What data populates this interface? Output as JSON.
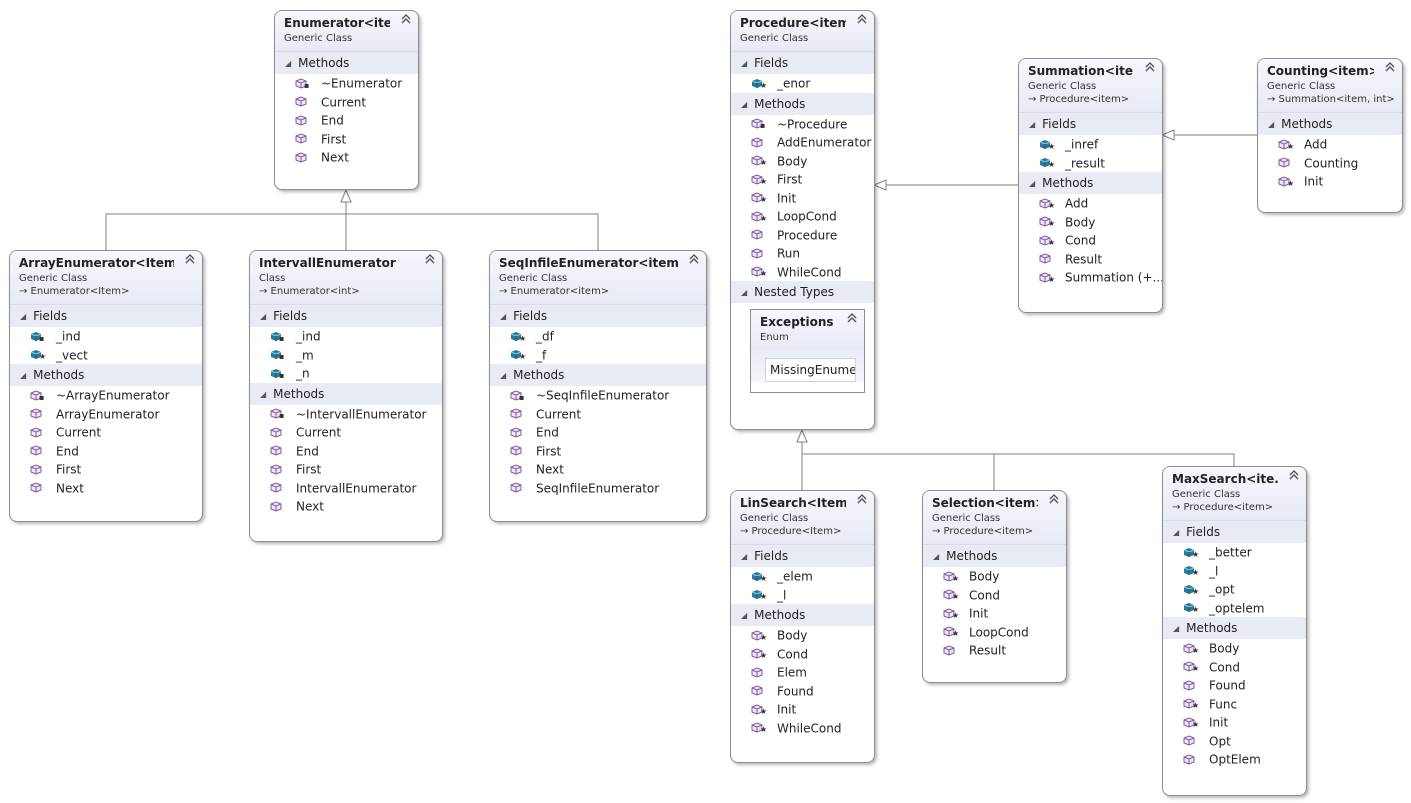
{
  "colors": {
    "header_top": "#f7f8fd",
    "header_bottom": "#e7e9f5",
    "section_bg": "#e8eaf4",
    "border": "#8d8d8d",
    "field_icon": "#2a7a96",
    "method_icon": "#7d5ca5",
    "connector": "#808080"
  },
  "icons": {
    "collapse": "double-chevron-up-icon",
    "expand_section": "triangle-down-icon",
    "field": "field-icon",
    "method": "method-icon",
    "inherits": "inherits-arrow-icon"
  },
  "classes": {
    "enumerator": {
      "title": "Enumerator<ite...",
      "stereotype": "Generic Class",
      "sections": [
        {
          "label": "Methods",
          "members": [
            {
              "kind": "method",
              "overlay": "🔒",
              "text": "~Enumerator"
            },
            {
              "kind": "method",
              "overlay": "",
              "text": "Current"
            },
            {
              "kind": "method",
              "overlay": "",
              "text": "End"
            },
            {
              "kind": "method",
              "overlay": "",
              "text": "First"
            },
            {
              "kind": "method",
              "overlay": "",
              "text": "Next"
            }
          ]
        }
      ]
    },
    "arrayenum": {
      "title": "ArrayEnumerator<Item>",
      "stereotype": "Generic Class",
      "base": "→ Enumerator<Item>",
      "sections": [
        {
          "label": "Fields",
          "members": [
            {
              "kind": "field",
              "overlay": "🔒",
              "text": "_ind"
            },
            {
              "kind": "field",
              "overlay": "★",
              "text": "_vect"
            }
          ]
        },
        {
          "label": "Methods",
          "members": [
            {
              "kind": "method",
              "overlay": "🔒",
              "text": "~ArrayEnumerator"
            },
            {
              "kind": "method",
              "overlay": "",
              "text": "ArrayEnumerator"
            },
            {
              "kind": "method",
              "overlay": "",
              "text": "Current"
            },
            {
              "kind": "method",
              "overlay": "",
              "text": "End"
            },
            {
              "kind": "method",
              "overlay": "",
              "text": "First"
            },
            {
              "kind": "method",
              "overlay": "",
              "text": "Next"
            }
          ]
        }
      ]
    },
    "intervall": {
      "title": "IntervallEnumerator",
      "stereotype": "Class",
      "base": "→ Enumerator<int>",
      "sections": [
        {
          "label": "Fields",
          "members": [
            {
              "kind": "field",
              "overlay": "🔒",
              "text": "_ind"
            },
            {
              "kind": "field",
              "overlay": "🔒",
              "text": "_m"
            },
            {
              "kind": "field",
              "overlay": "🔒",
              "text": "_n"
            }
          ]
        },
        {
          "label": "Methods",
          "members": [
            {
              "kind": "method",
              "overlay": "🔒",
              "text": "~IntervallEnumerator"
            },
            {
              "kind": "method",
              "overlay": "",
              "text": "Current"
            },
            {
              "kind": "method",
              "overlay": "",
              "text": "End"
            },
            {
              "kind": "method",
              "overlay": "",
              "text": "First"
            },
            {
              "kind": "method",
              "overlay": "",
              "text": "IntervallEnumerator"
            },
            {
              "kind": "method",
              "overlay": "",
              "text": "Next"
            }
          ]
        }
      ]
    },
    "seqinfile": {
      "title": "SeqInfileEnumerator<item>",
      "stereotype": "Generic Class",
      "base": "→ Enumerator<item>",
      "sections": [
        {
          "label": "Fields",
          "members": [
            {
              "kind": "field",
              "overlay": "★",
              "text": "_df"
            },
            {
              "kind": "field",
              "overlay": "★",
              "text": "_f"
            }
          ]
        },
        {
          "label": "Methods",
          "members": [
            {
              "kind": "method",
              "overlay": "🔒",
              "text": "~SeqInfileEnumerator"
            },
            {
              "kind": "method",
              "overlay": "",
              "text": "Current"
            },
            {
              "kind": "method",
              "overlay": "",
              "text": "End"
            },
            {
              "kind": "method",
              "overlay": "",
              "text": "First"
            },
            {
              "kind": "method",
              "overlay": "",
              "text": "Next"
            },
            {
              "kind": "method",
              "overlay": "",
              "text": "SeqInfileEnumerator"
            }
          ]
        }
      ]
    },
    "procedure": {
      "title": "Procedure<item>",
      "stereotype": "Generic Class",
      "sections": [
        {
          "label": "Fields",
          "members": [
            {
              "kind": "field",
              "overlay": "★",
              "text": "_enor"
            }
          ]
        },
        {
          "label": "Methods",
          "members": [
            {
              "kind": "method",
              "overlay": "🔒",
              "text": "~Procedure"
            },
            {
              "kind": "method",
              "overlay": "",
              "text": "AddEnumerator"
            },
            {
              "kind": "method",
              "overlay": "★",
              "text": "Body"
            },
            {
              "kind": "method",
              "overlay": "★",
              "text": "First"
            },
            {
              "kind": "method",
              "overlay": "★",
              "text": "Init"
            },
            {
              "kind": "method",
              "overlay": "★",
              "text": "LoopCond"
            },
            {
              "kind": "method",
              "overlay": "",
              "text": "Procedure"
            },
            {
              "kind": "method",
              "overlay": "",
              "text": "Run"
            },
            {
              "kind": "method",
              "overlay": "★",
              "text": "WhileCond"
            }
          ]
        },
        {
          "label": "Nested Types",
          "members": []
        }
      ],
      "nested": {
        "title": "Exceptions",
        "stereotype": "Enum",
        "value": "MissingEnumer..."
      }
    },
    "summation": {
      "title": "Summation<ite...",
      "stereotype": "Generic Class",
      "base": "→ Procedure<item>",
      "sections": [
        {
          "label": "Fields",
          "members": [
            {
              "kind": "field",
              "overlay": "★",
              "text": "_inref"
            },
            {
              "kind": "field",
              "overlay": "★",
              "text": "_result"
            }
          ]
        },
        {
          "label": "Methods",
          "members": [
            {
              "kind": "method",
              "overlay": "★",
              "text": "Add"
            },
            {
              "kind": "method",
              "overlay": "★",
              "text": "Body"
            },
            {
              "kind": "method",
              "overlay": "★",
              "text": "Cond"
            },
            {
              "kind": "method",
              "overlay": "",
              "text": "Result"
            },
            {
              "kind": "method",
              "overlay": "★",
              "text": "Summation  (+..."
            }
          ]
        }
      ]
    },
    "counting": {
      "title": "Counting<item>",
      "stereotype": "Generic Class",
      "base": "→ Summation<item, int>",
      "sections": [
        {
          "label": "Methods",
          "members": [
            {
              "kind": "method",
              "overlay": "★",
              "text": "Add"
            },
            {
              "kind": "method",
              "overlay": "",
              "text": "Counting"
            },
            {
              "kind": "method",
              "overlay": "★",
              "text": "Init"
            }
          ]
        }
      ]
    },
    "linsearch": {
      "title": "LinSearch<Item,...",
      "stereotype": "Generic Class",
      "base": "→ Procedure<Item>",
      "sections": [
        {
          "label": "Fields",
          "members": [
            {
              "kind": "field",
              "overlay": "★",
              "text": "_elem"
            },
            {
              "kind": "field",
              "overlay": "★",
              "text": "_l"
            }
          ]
        },
        {
          "label": "Methods",
          "members": [
            {
              "kind": "method",
              "overlay": "★",
              "text": "Body"
            },
            {
              "kind": "method",
              "overlay": "★",
              "text": "Cond"
            },
            {
              "kind": "method",
              "overlay": "",
              "text": "Elem"
            },
            {
              "kind": "method",
              "overlay": "",
              "text": "Found"
            },
            {
              "kind": "method",
              "overlay": "★",
              "text": "Init"
            },
            {
              "kind": "method",
              "overlay": "★",
              "text": "WhileCond"
            }
          ]
        }
      ]
    },
    "selection": {
      "title": "Selection<item>",
      "stereotype": "Generic Class",
      "base": "→ Procedure<item>",
      "sections": [
        {
          "label": "Methods",
          "members": [
            {
              "kind": "method",
              "overlay": "★",
              "text": "Body"
            },
            {
              "kind": "method",
              "overlay": "★",
              "text": "Cond"
            },
            {
              "kind": "method",
              "overlay": "★",
              "text": "Init"
            },
            {
              "kind": "method",
              "overlay": "★",
              "text": "LoopCond"
            },
            {
              "kind": "method",
              "overlay": "",
              "text": "Result"
            }
          ]
        }
      ]
    },
    "maxsearch": {
      "title": "MaxSearch<ite...",
      "stereotype": "Generic Class",
      "base": "→ Procedure<item>",
      "sections": [
        {
          "label": "Fields",
          "members": [
            {
              "kind": "field",
              "overlay": "★",
              "text": "_better"
            },
            {
              "kind": "field",
              "overlay": "★",
              "text": "_l"
            },
            {
              "kind": "field",
              "overlay": "★",
              "text": "_opt"
            },
            {
              "kind": "field",
              "overlay": "★",
              "text": "_optelem"
            }
          ]
        },
        {
          "label": "Methods",
          "members": [
            {
              "kind": "method",
              "overlay": "★",
              "text": "Body"
            },
            {
              "kind": "method",
              "overlay": "★",
              "text": "Cond"
            },
            {
              "kind": "method",
              "overlay": "",
              "text": "Found"
            },
            {
              "kind": "method",
              "overlay": "★",
              "text": "Func"
            },
            {
              "kind": "method",
              "overlay": "★",
              "text": "Init"
            },
            {
              "kind": "method",
              "overlay": "",
              "text": "Opt"
            },
            {
              "kind": "method",
              "overlay": "",
              "text": "OptElem"
            }
          ]
        }
      ]
    }
  },
  "inheritance": [
    {
      "child": "arrayenum",
      "parent": "enumerator"
    },
    {
      "child": "intervall",
      "parent": "enumerator"
    },
    {
      "child": "seqinfile",
      "parent": "enumerator"
    },
    {
      "child": "summation",
      "parent": "procedure"
    },
    {
      "child": "counting",
      "parent": "summation"
    },
    {
      "child": "linsearch",
      "parent": "procedure"
    },
    {
      "child": "selection",
      "parent": "procedure"
    },
    {
      "child": "maxsearch",
      "parent": "procedure"
    }
  ]
}
